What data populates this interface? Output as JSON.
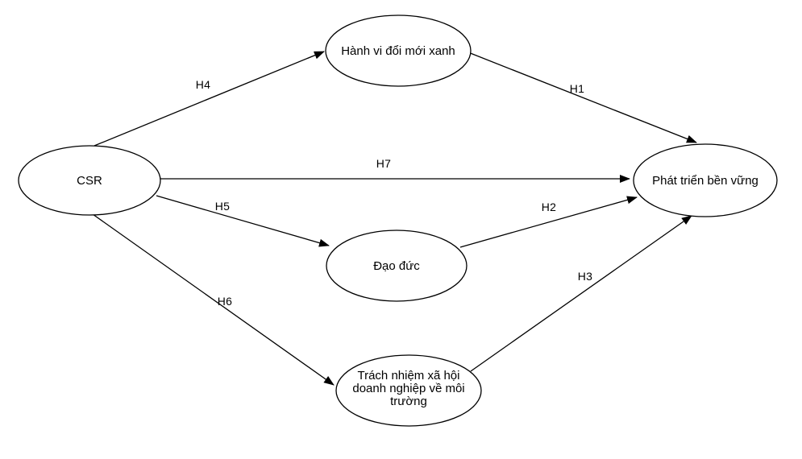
{
  "diagram": {
    "background": "#ffffff",
    "stroke_color": "#000000",
    "text_color": "#000000",
    "nodes": [
      {
        "id": "csr",
        "label": "CSR"
      },
      {
        "id": "green-innovation-behavior",
        "label": "Hành vi đổi mới xanh"
      },
      {
        "id": "ethics",
        "label": "Đạo đức"
      },
      {
        "id": "environmental-csr",
        "label": "Trách nhiệm xã hội doanh nghiệp về môi trường",
        "lines": [
          "Trách nhiệm xã hội",
          "doanh nghiệp về môi",
          "trường"
        ]
      },
      {
        "id": "sustainable-development",
        "label": "Phát triển bền vững"
      }
    ],
    "edges": [
      {
        "id": "h4",
        "label": "H4",
        "from": "csr",
        "to": "green-innovation-behavior"
      },
      {
        "id": "h7",
        "label": "H7",
        "from": "csr",
        "to": "sustainable-development"
      },
      {
        "id": "h5",
        "label": "H5",
        "from": "csr",
        "to": "ethics"
      },
      {
        "id": "h6",
        "label": "H6",
        "from": "csr",
        "to": "environmental-csr"
      },
      {
        "id": "h1",
        "label": "H1",
        "from": "green-innovation-behavior",
        "to": "sustainable-development"
      },
      {
        "id": "h2",
        "label": "H2",
        "from": "ethics",
        "to": "sustainable-development"
      },
      {
        "id": "h3",
        "label": "H3",
        "from": "environmental-csr",
        "to": "sustainable-development"
      }
    ]
  }
}
